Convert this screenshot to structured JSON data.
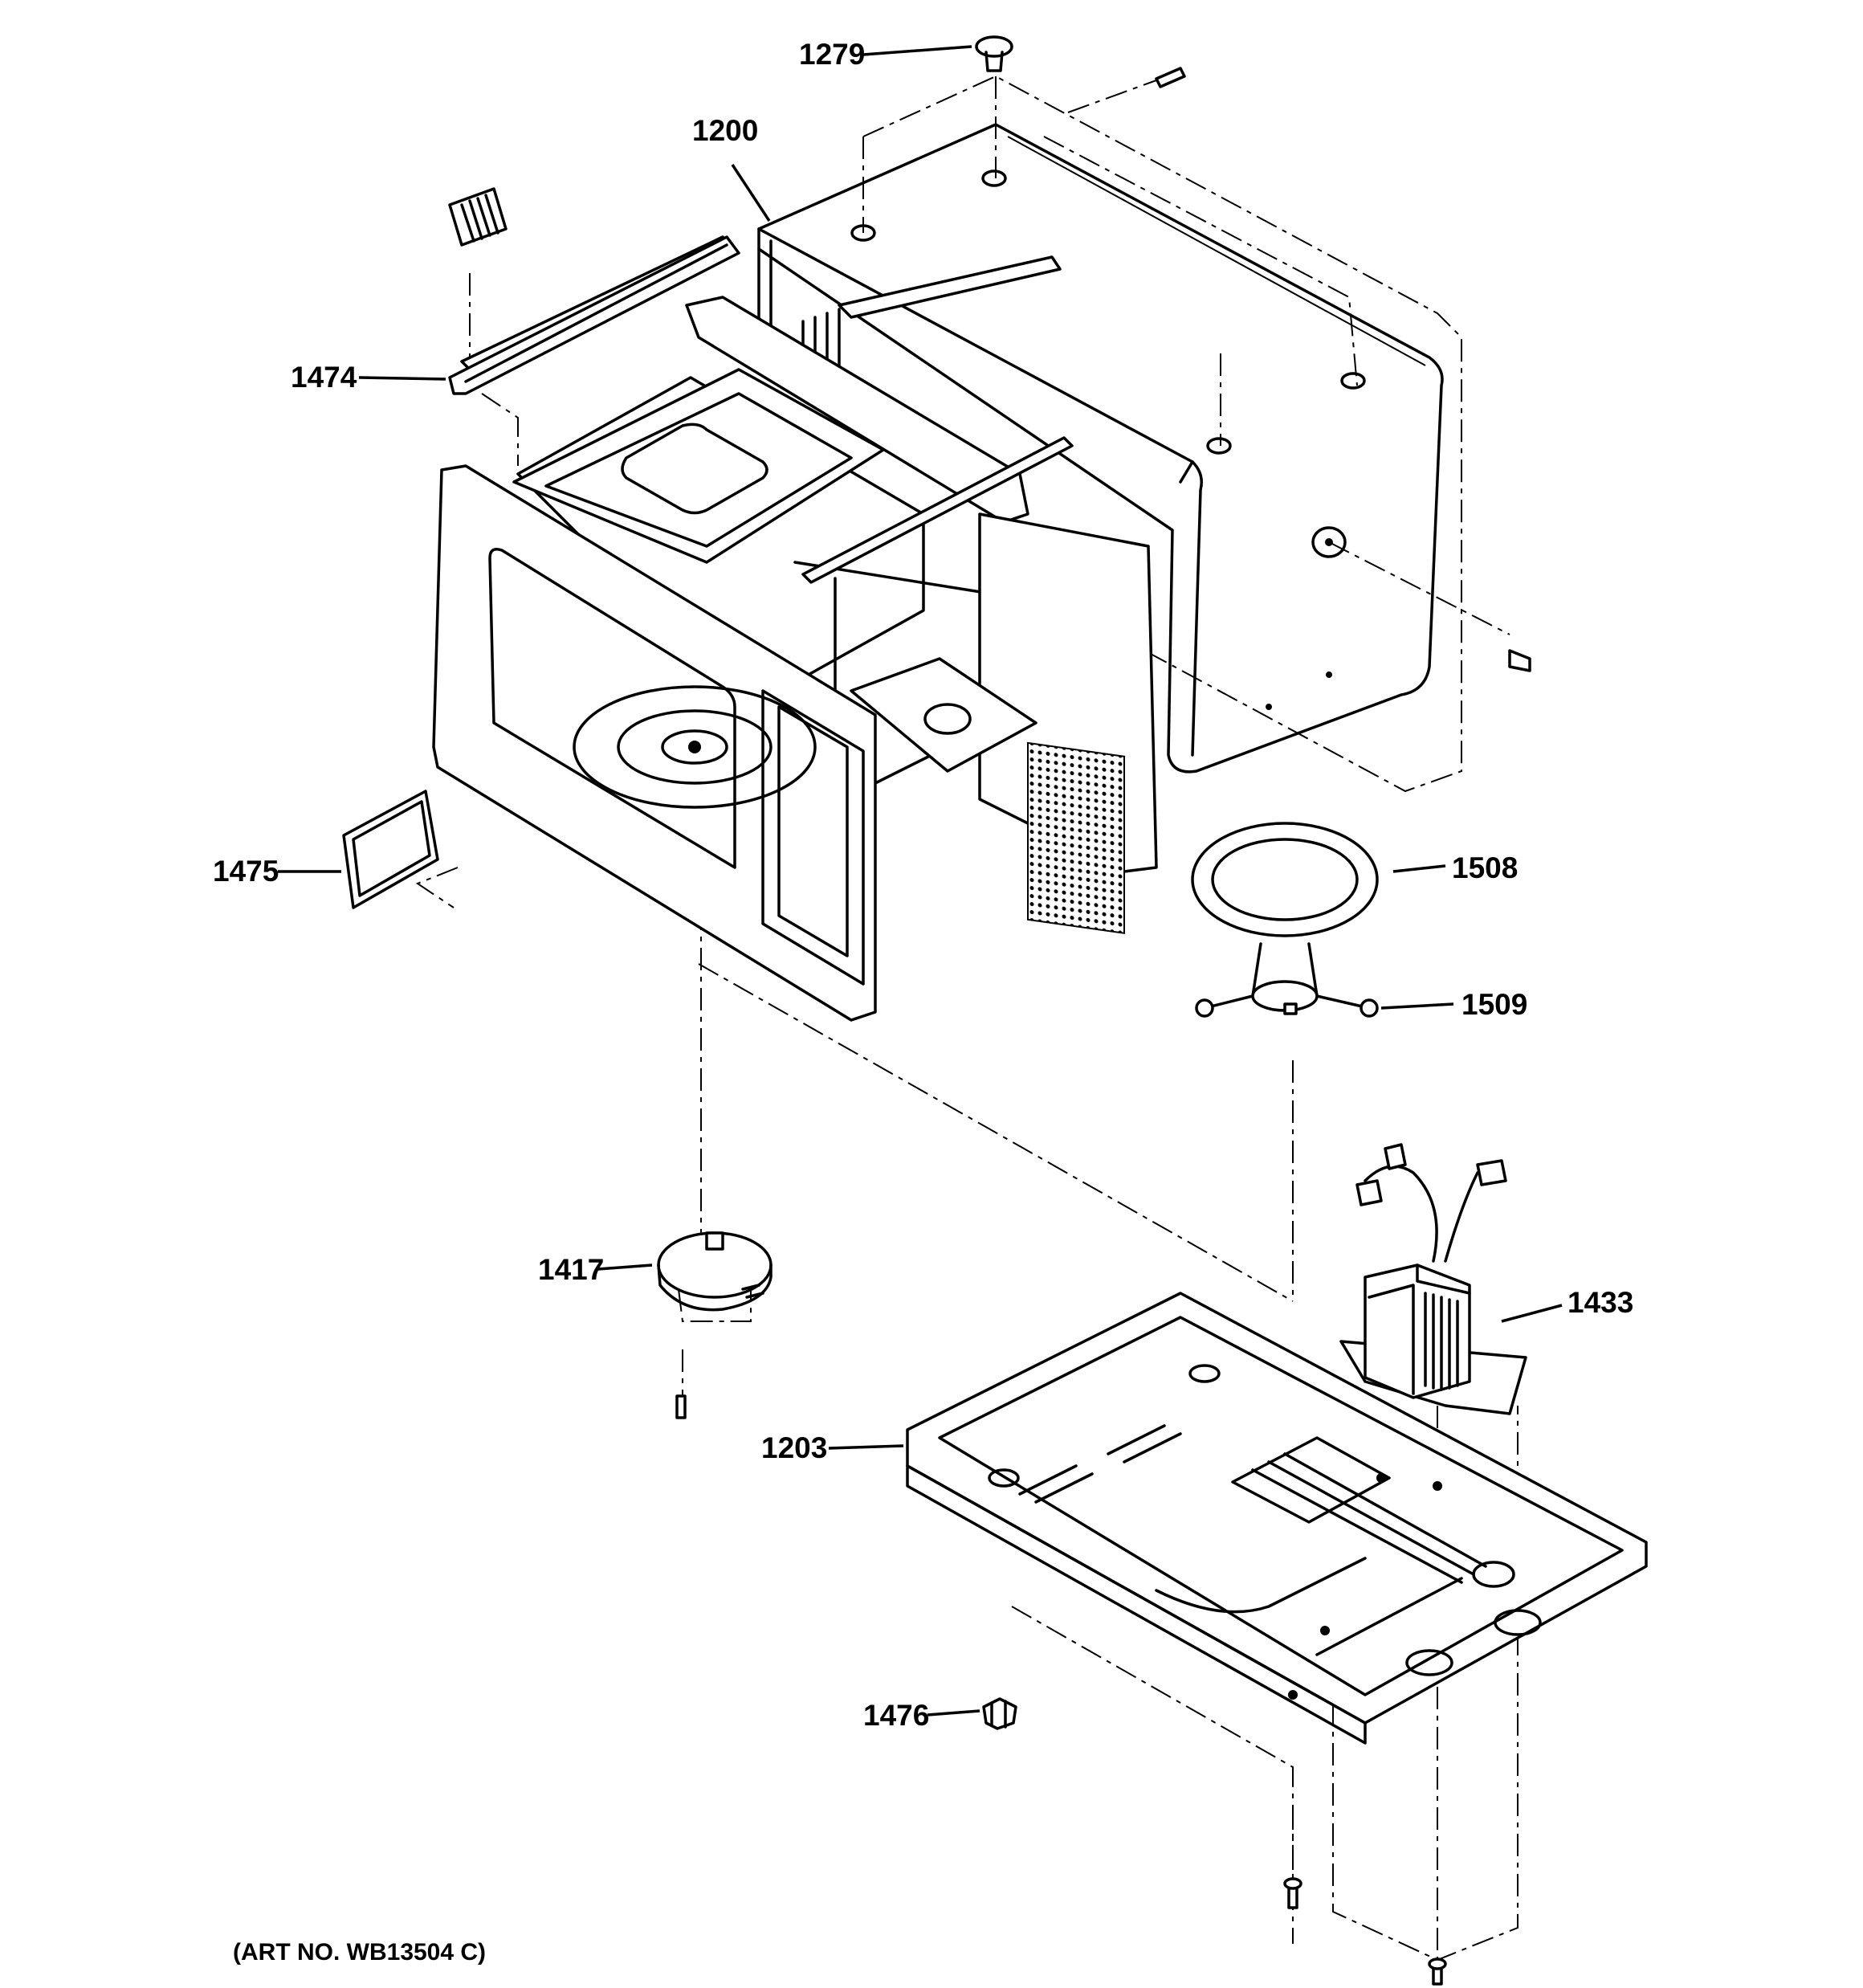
{
  "diagram": {
    "parts": [
      {
        "id": "1279"
      },
      {
        "id": "1200"
      },
      {
        "id": "1474"
      },
      {
        "id": "1475"
      },
      {
        "id": "1508"
      },
      {
        "id": "1509"
      },
      {
        "id": "1417"
      },
      {
        "id": "1433"
      },
      {
        "id": "1203"
      },
      {
        "id": "1476"
      }
    ],
    "art_number": "(ART NO. WB13504 C)"
  }
}
